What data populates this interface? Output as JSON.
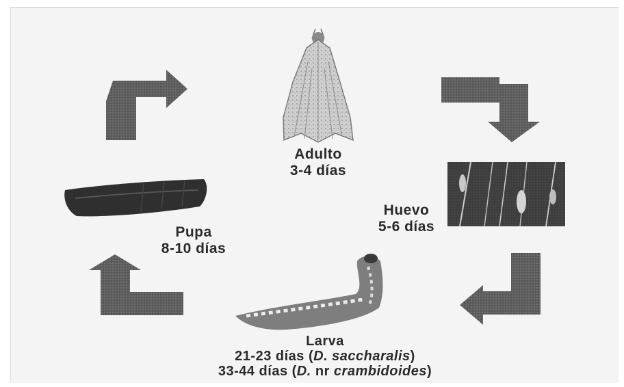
{
  "stages": {
    "adult": {
      "name": "Adulto",
      "duration": "3-4 días"
    },
    "egg": {
      "name": "Huevo",
      "duration": "5-6 días"
    },
    "pupa": {
      "name": "Pupa",
      "duration": "8-10 días"
    },
    "larva": {
      "name": "Larva",
      "line1_days": "21-23 días (",
      "line1_species": "D. saccharalis",
      "line1_close": ")",
      "line2_days": "33-44 días (",
      "line2_species_prefix": "D.",
      "line2_nr": " nr ",
      "line2_species": "crambidoides",
      "line2_close": ")"
    }
  },
  "colors": {
    "arrow": "#5a5a5a",
    "text": "#2a2a2a",
    "background": "#f4f4f4"
  },
  "icons": [
    "moth-illustration",
    "egg-photo",
    "larva-illustration",
    "pupa-illustration",
    "cycle-arrow"
  ]
}
